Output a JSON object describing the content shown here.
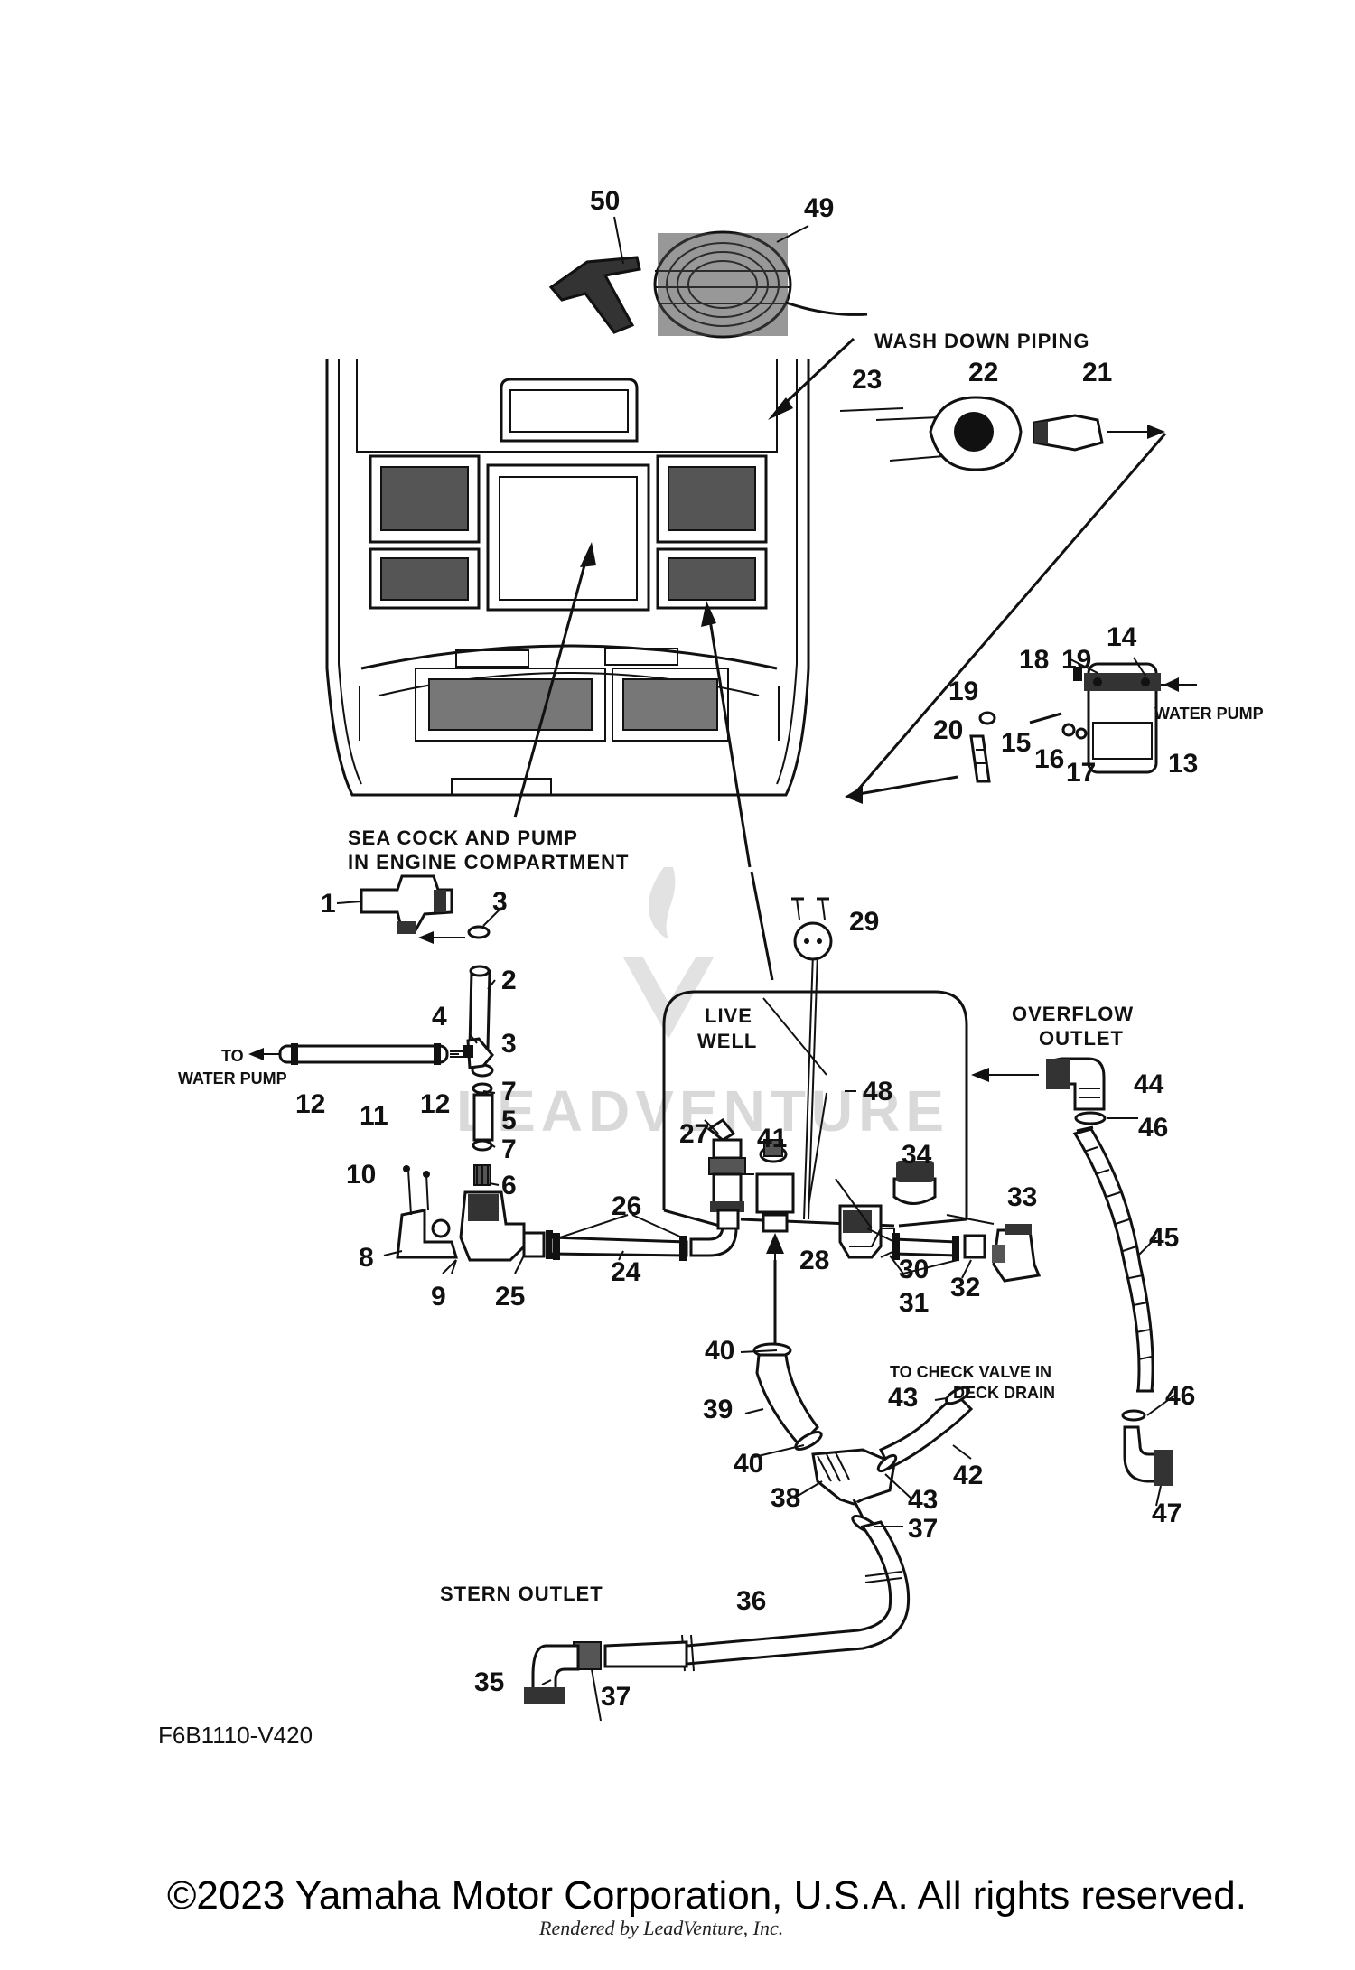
{
  "diagram_code": "F6B1110-V420",
  "copyright": "©2023 Yamaha Motor Corporation, U.S.A. All rights reserved.",
  "rendered_by": "Rendered by LeadVenture, Inc.",
  "watermark": "LEADVENTURE",
  "labels": {
    "wash_down_piping": "WASH DOWN PIPING",
    "sea_cock_line1": "SEA COCK AND PUMP",
    "sea_cock_line2": "IN ENGINE COMPARTMENT",
    "live_well_line1": "LIVE",
    "live_well_line2": "WELL",
    "overflow_line1": "OVERFLOW",
    "overflow_line2": "OUTLET",
    "water_pump": "WATER PUMP",
    "to_water_pump_line1": "TO",
    "to_water_pump_line2": "WATER PUMP",
    "check_valve_line1": "TO CHECK VALVE IN",
    "check_valve_line2": "DECK DRAIN",
    "stern_outlet": "STERN OUTLET"
  },
  "callouts": {
    "c1": "1",
    "c2": "2",
    "c3a": "3",
    "c3b": "3",
    "c4": "4",
    "c5": "5",
    "c6": "6",
    "c7a": "7",
    "c7b": "7",
    "c8": "8",
    "c9": "9",
    "c10": "10",
    "c11": "11",
    "c12a": "12",
    "c12b": "12",
    "c13": "13",
    "c14": "14",
    "c15": "15",
    "c16": "16",
    "c17": "17",
    "c18": "18",
    "c19a": "19",
    "c19b": "19",
    "c20": "20",
    "c21": "21",
    "c22": "22",
    "c23": "23",
    "c24": "24",
    "c25": "25",
    "c26": "26",
    "c27": "27",
    "c28": "28",
    "c29": "29",
    "c30": "30",
    "c31": "31",
    "c32": "32",
    "c33": "33",
    "c34": "34",
    "c35": "35",
    "c36": "36",
    "c37a": "37",
    "c37b": "37",
    "c38": "38",
    "c39": "39",
    "c40a": "40",
    "c40b": "40",
    "c41": "41",
    "c42": "42",
    "c43a": "43",
    "c43b": "43",
    "c44": "44",
    "c45": "45",
    "c46a": "46",
    "c46b": "46",
    "c47": "47",
    "c48": "48",
    "c49": "49",
    "c50": "50"
  }
}
